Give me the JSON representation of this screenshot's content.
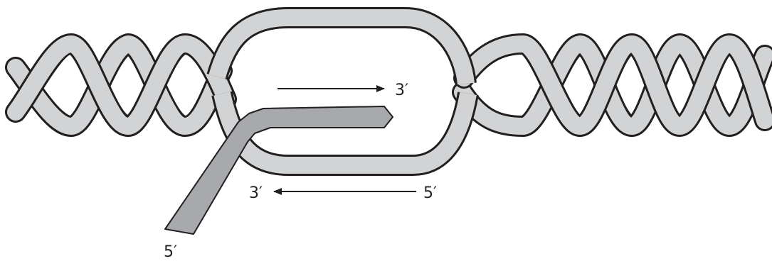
{
  "colors": {
    "duplex_strand": "#d1d3d4",
    "invading_strand": "#a7a9ac",
    "outline": "#231f20"
  },
  "labels": {
    "top_arrow_end": "3′",
    "bottom_arrow_end": "3′",
    "bottom_arrow_start": "5′",
    "invading_strand_end": "5′"
  }
}
